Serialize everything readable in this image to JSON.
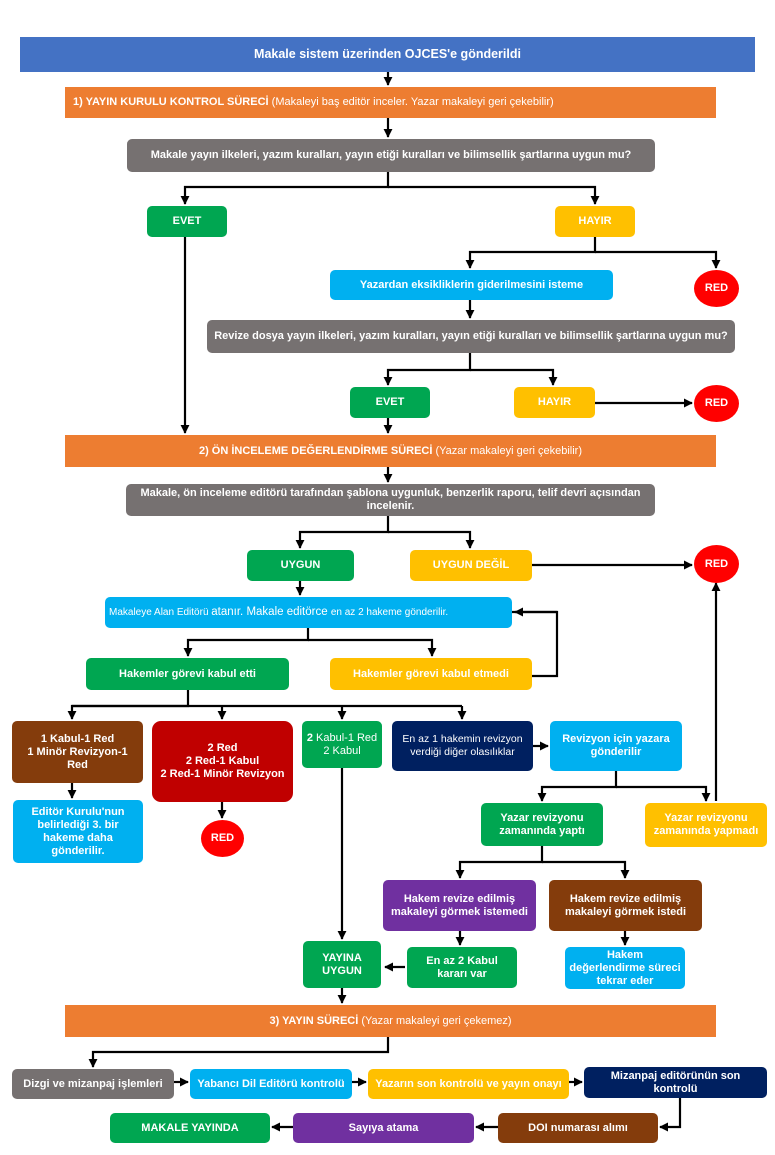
{
  "colors": {
    "header": "#4472c4",
    "stage": "#ed7d31",
    "question": "#767171",
    "yes": "#00a651",
    "no": "#ffc000",
    "info": "#00b0f0",
    "reject": "#ff0000",
    "brown": "#843c0c",
    "dark_red": "#c00000",
    "navy": "#002060",
    "purple": "#7030a0"
  },
  "top": {
    "title": "Makale sistem üzerinden OJCES'e gönderildi"
  },
  "stage1": {
    "title_bold": "1) YAYIN KURULU KONTROL SÜRECİ",
    "title_rest": " (Makaleyi baş editör inceler. Yazar makaleyi geri çekebilir)",
    "question": "Makale yayın ilkeleri, yazım kuralları, yayın etiği kuralları ve bilimsellik şartlarına uygun mu?",
    "yes": "EVET",
    "no": "HAYIR",
    "reject_1": "RED",
    "request_fix": "Yazardan eksikliklerin giderilmesini isteme",
    "revised_question": "Revize dosya yayın ilkeleri, yazım kuralları, yayın etiği kuralları ve bilimsellik şartlarına uygun mu?",
    "yes_2": "EVET",
    "no_2": "HAYIR",
    "reject_2": "RED"
  },
  "stage2": {
    "title_bold": "2) ÖN İNCELEME DEĞERLENDİRME SÜRECİ",
    "title_rest": " (Yazar makaleyi geri çekebilir)",
    "check": "Makale, ön inceleme editörü tarafından şablona uygunluk, benzerlik raporu, telif devri açısından incelenir.",
    "suitable": "UYGUN",
    "not_suitable": "UYGUN DEĞİL",
    "reject_3": "RED",
    "assign_a": "Makaleye Alan Editörü ",
    "assign_b": "atanır. Makale editörce ",
    "assign_c": "en az 2 hakeme gönderilir.",
    "ref_accepted": "Hakemler görevi kabul etti",
    "ref_declined": "Hakemler görevi kabul etmedi",
    "outcome_a_1": "1 Kabul-1 Red",
    "outcome_a_2": "1 Minör Revizyon-1 Red",
    "outcome_b_1": "2 Red",
    "outcome_b_2": "2 Red-1 Kabul",
    "outcome_b_3": "2 Red-1 Minör Revizyon",
    "outcome_c_1a": "2 ",
    "outcome_c_1b": "Kabul-1 Red",
    "outcome_c_2": "2 Kabul",
    "outcome_d": "En az 1 hakemin revizyon verdiği diğer olasılıklar",
    "to_author": "Revizyon için yazara gönderilir",
    "third_referee": "Editör Kurulu'nun belirlediği 3. bir hakeme daha gönderilir.",
    "reject_4": "RED",
    "author_on_time": "Yazar revizyonu zamanında yaptı",
    "author_late": "Yazar revizyonu zamanında yapmadı",
    "not_see": "Hakem revize edilmiş makaleyi görmek istemedi",
    "want_see": "Hakem revize edilmiş makaleyi görmek istedi",
    "two_accept": "En az 2 Kabul kararı var",
    "re_eval": "Hakem değerlendirme süreci tekrar eder",
    "publish_ok": "YAYINA UYGUN"
  },
  "stage3": {
    "title_bold": "3) YAYIN SÜRECİ",
    "title_rest": " (Yazar makaleyi geri çekemez)",
    "typeset": "Dizgi ve mizanpaj işlemleri",
    "lang": "Yabancı Dil Editörü kontrolü",
    "author_final": "Yazarın son kontrolü ve yayın onayı",
    "layout_final": "Mizanpaj editörünün son kontrolü",
    "doi": "DOI numarası alımı",
    "issue": "Sayıya atama",
    "published": "MAKALE YAYINDA"
  }
}
